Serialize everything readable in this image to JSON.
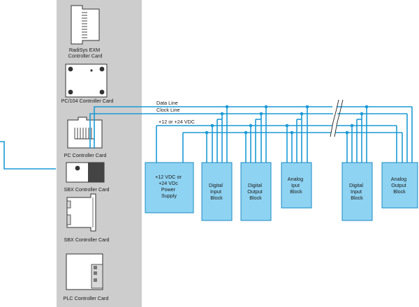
{
  "panel": {
    "color": "#cdcdcd",
    "cards": [
      {
        "id": "radisys",
        "lines": [
          "RadiSys EXM",
          "Controller Card"
        ]
      },
      {
        "id": "pc104",
        "lines": [
          "PC/104 Controller Card"
        ]
      },
      {
        "id": "pc",
        "lines": [
          "PC Controller Card"
        ]
      },
      {
        "id": "sbx1",
        "lines": [
          "SBX Controller Card"
        ]
      },
      {
        "id": "sbx2",
        "lines": [
          "SBX Controller Card"
        ]
      },
      {
        "id": "plc",
        "lines": [
          "PLC Controller Card"
        ]
      }
    ]
  },
  "bus": {
    "line_color": "#1a9ad6",
    "data_line": "Data Line",
    "clock_line": "Clock Line",
    "power_line": "+12 or +24 VDC"
  },
  "blocks": {
    "fill": "#8fd3f2",
    "stroke": "#1a8bc4",
    "items": [
      {
        "id": "power",
        "lines": [
          "+12 VDC or",
          "+24 VDc",
          "Power",
          "Supply"
        ]
      },
      {
        "id": "din1",
        "lines": [
          "Digital",
          "Input",
          "Block"
        ]
      },
      {
        "id": "dout1",
        "lines": [
          "Digital",
          "Output",
          "Block"
        ]
      },
      {
        "id": "ain1",
        "lines": [
          "Analog",
          "Iput",
          "Block"
        ]
      },
      {
        "id": "din2",
        "lines": [
          "Digital",
          "Input",
          "Block"
        ]
      },
      {
        "id": "aout1",
        "lines": [
          "Analog",
          "Output",
          "Block"
        ]
      }
    ]
  }
}
